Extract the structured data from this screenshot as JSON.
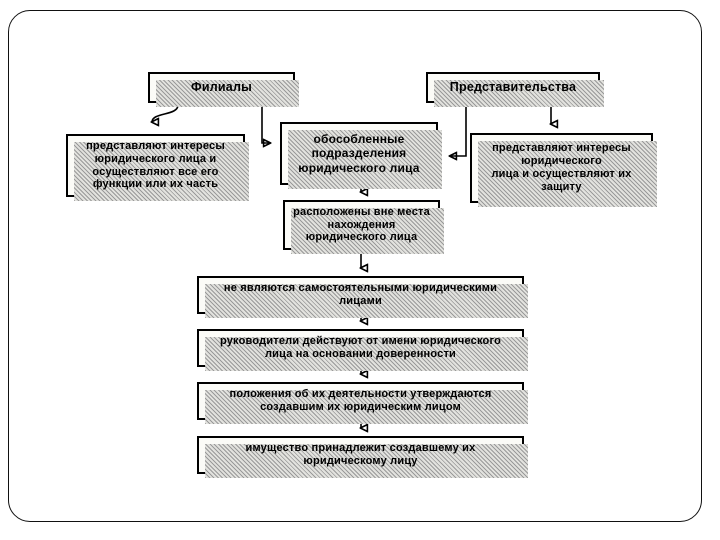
{
  "slide": {
    "background_color": "#ffffff",
    "frame_color": "#111111"
  },
  "diagram": {
    "type": "flowchart",
    "language": "ru",
    "node_fill_color": "#fbfbf7",
    "node_border_color": "#000000",
    "shadow_color": "#9a9a9a",
    "nodes": {
      "branches": "Филиалы",
      "representations": "Представительства",
      "branch_functions": "представляют интересы\nюридического лица и\nосуществляют все его\nфункции или их часть",
      "separate_units": "обособленные\nподразделения\nюридического лица",
      "rep_protection": "представляют интересы\nюридического\nлица и осуществляют их\nзащиту",
      "located_outside": "расположены вне места\nнахождения\nюридического лица",
      "not_legal_entity": "не являются самостоятельными юридическими\nлицами",
      "heads_act": "руководители действуют от имени юридического\nлица на основании доверенности",
      "regulations": "положения об их деятельности утверждаются\nсоздавшим их юридическим лицом",
      "property": "имущество принадлежит создавшему их\nюридическому лицу"
    },
    "edges": [
      {
        "from": "branches",
        "to": "branch_functions",
        "style": "curved-arrow-down-left"
      },
      {
        "from": "branches",
        "to": "separate_units",
        "style": "elbow-arrow-right"
      },
      {
        "from": "representations",
        "to": "separate_units",
        "style": "elbow-arrow-left"
      },
      {
        "from": "representations",
        "to": "rep_protection",
        "style": "straight-arrow-down"
      },
      {
        "from": "separate_units",
        "to": "located_outside",
        "style": "straight-arrow-down"
      },
      {
        "from": "located_outside",
        "to": "not_legal_entity",
        "style": "straight-arrow-down"
      },
      {
        "from": "not_legal_entity",
        "to": "heads_act",
        "style": "straight-arrow-down"
      },
      {
        "from": "heads_act",
        "to": "regulations",
        "style": "straight-arrow-down"
      },
      {
        "from": "regulations",
        "to": "property",
        "style": "straight-arrow-down"
      }
    ]
  }
}
